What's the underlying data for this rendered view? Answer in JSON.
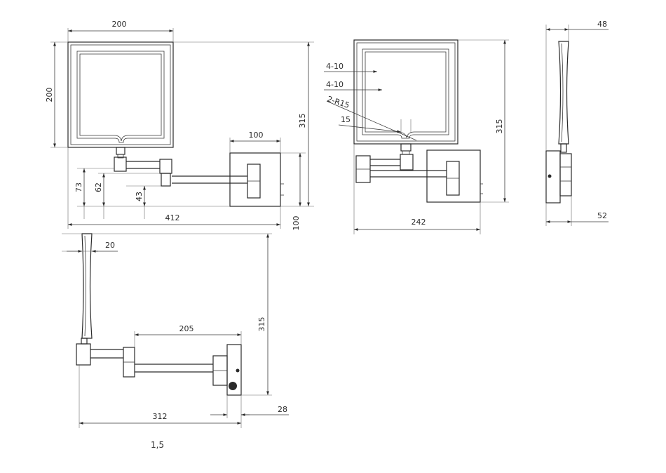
{
  "dimensions": {
    "front_width": "200",
    "front_height": "200",
    "front_total_height": "315",
    "front_base_width": "100",
    "front_total_width": "412",
    "front_base_height": "100",
    "front_arm_73": "73",
    "front_arm_62": "62",
    "front_arm_43": "43",
    "rear_hole_1": "4-10",
    "rear_hole_2": "4-10",
    "rear_radius": "2-R15",
    "rear_slot": "15",
    "rear_height": "315",
    "rear_width": "242",
    "side_top": "48",
    "side_bottom": "52",
    "top_depth": "20",
    "top_arm": "205",
    "top_height": "315",
    "top_total": "312",
    "top_offset": "28"
  },
  "footnote": "1,5"
}
